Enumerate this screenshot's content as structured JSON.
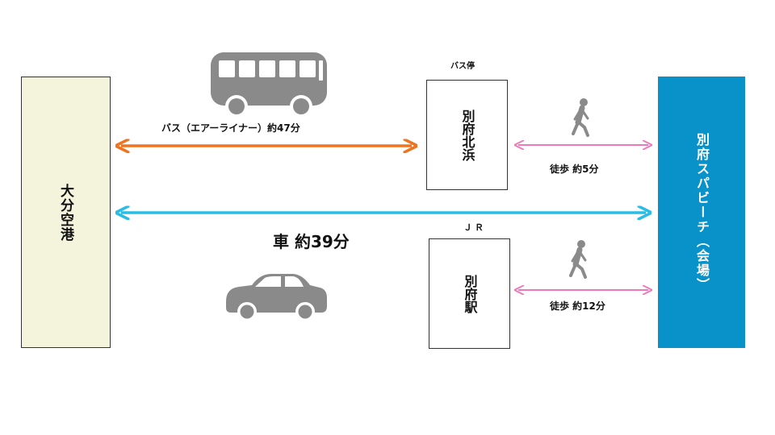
{
  "nodes": {
    "airport": "大分空港",
    "bus_stop": "別府北浜",
    "station": "別府駅",
    "venue": "別府スパビーチ（会場）"
  },
  "labels": {
    "bus_stop_caption": "バス停",
    "jr_caption": "ＪＲ",
    "bus_route": "バス（エアーライナー）約47分",
    "car_route": "車 約39分",
    "walk_from_bus_stop": "徒歩 約5分",
    "walk_from_station": "徒歩 約12分"
  },
  "icons": [
    "bus-icon",
    "car-icon",
    "walking-person-icon"
  ],
  "colors": {
    "bus_arrow": "#ee7420",
    "car_arrow": "#29bde6",
    "walk_arrow": "#ee78b8",
    "venue_fill": "#0892c9",
    "airport_fill": "#f4f3dc",
    "icon_gray": "#8a8a8a"
  }
}
